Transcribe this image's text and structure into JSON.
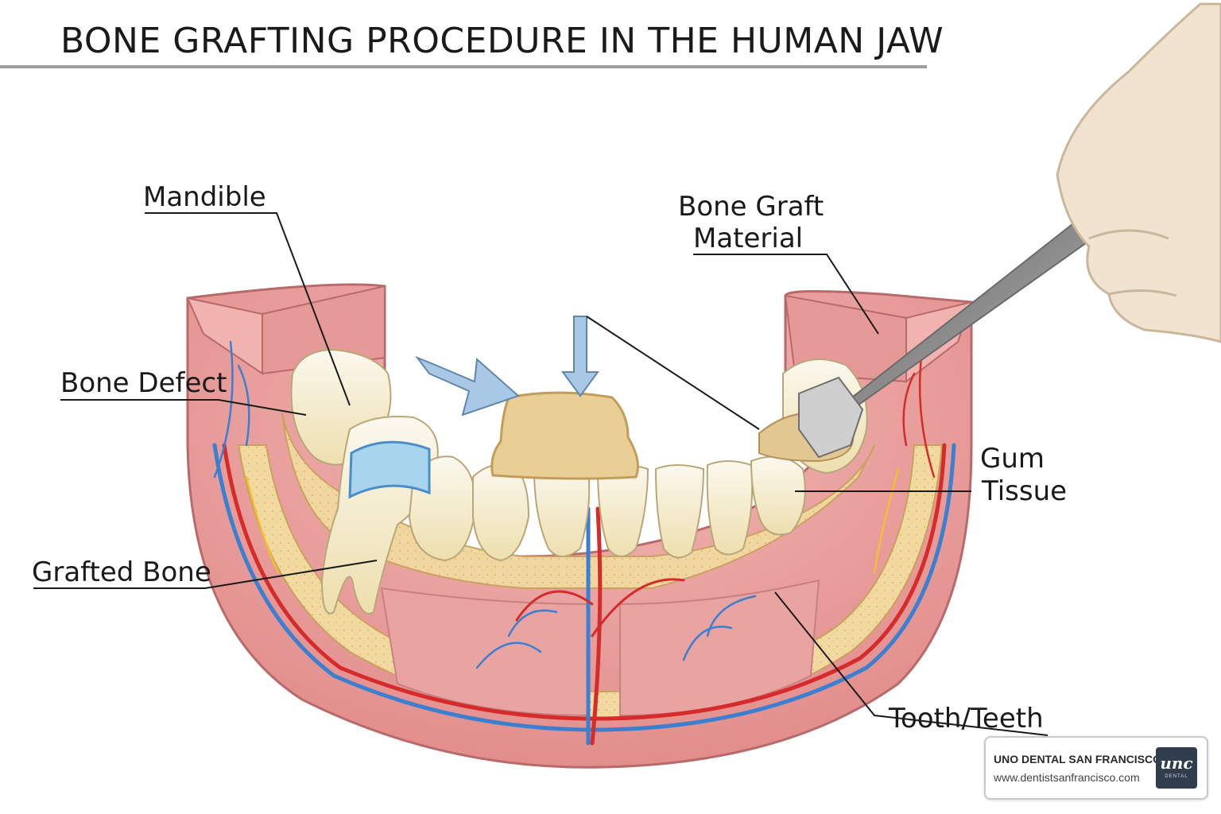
{
  "title": "BONE GRAFTING PROCEDURE IN THE HUMAN JAW",
  "labels": {
    "mandible": "Mandible",
    "bone_defect": "Bone Defect",
    "grafted_bone": "Grafted Bone",
    "bone_graft_line1": "Bone Graft",
    "bone_graft_line2": "Material",
    "gum_line1": "Gum",
    "gum_line2": "Tissue",
    "tooth": "Tooth/Teeth"
  },
  "badge": {
    "name": "UNO DENTAL SAN FRANCISCO",
    "url": "www.dentistsanfrancisco.com",
    "logo_text": "unc",
    "logo_sub": "DENTAL"
  },
  "colors": {
    "gum": "#e8a0a0",
    "bone": "#f2d9a0",
    "tooth": "#f7f0d8",
    "artery": "#d62b2b",
    "vein": "#3a7fd0",
    "nerve": "#f0c030",
    "arrow": "#a9c8e6",
    "glove": "#f1e3d0"
  }
}
